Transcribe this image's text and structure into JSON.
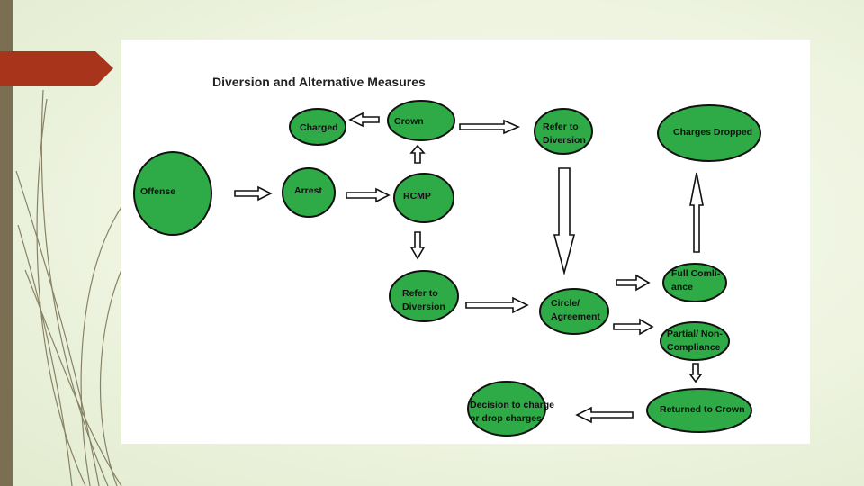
{
  "title": "Diversion and Alternative Measures",
  "colors": {
    "node_fill": "#2eab47",
    "node_stroke": "#111111",
    "accent": "#a8341b",
    "bar": "#7a6f52"
  },
  "nodes": {
    "offense": [
      "Offense"
    ],
    "arrest": [
      "Arrest"
    ],
    "rcmp": [
      "RCMP"
    ],
    "crown": [
      "Crown"
    ],
    "charged": [
      "Charged"
    ],
    "refer_top": [
      "Refer to",
      "Diversion"
    ],
    "charges_dropped": [
      "Charges Dropped"
    ],
    "refer_bottom": [
      "Refer to",
      "Diversion"
    ],
    "circle": [
      "Circle/",
      "Agreement"
    ],
    "full": [
      "Full Comli-",
      "ance"
    ],
    "partial": [
      "Partial/ Non-",
      "Compliance"
    ],
    "returned": [
      "Returned to Crown"
    ],
    "decision": [
      "Decision to charge",
      "or drop charges"
    ]
  }
}
